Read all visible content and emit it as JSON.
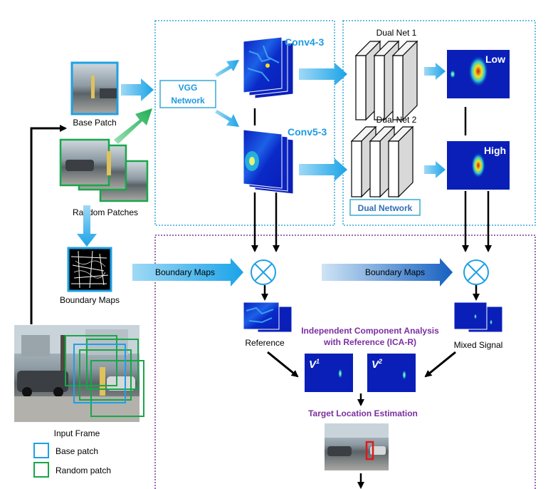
{
  "labels": {
    "base_patch": "Base Patch",
    "random_patches": "Random Patches",
    "boundary_maps_left": "Boundary Maps",
    "boundary_maps_arrow1": "Boundary Maps",
    "boundary_maps_arrow2": "Boundary Maps",
    "vgg_network": "VGG Network",
    "conv4_3": "Conv4-3",
    "conv5_3": "Conv5-3",
    "dual_net_1": "Dual Net 1",
    "dual_net_2": "Dual Net 2",
    "dual_network": "Dual Network",
    "low": "Low",
    "high": "High",
    "reference": "Reference",
    "mixed_signal": "Mixed Signal",
    "ica_r_line1": "Independent Component Analysis",
    "ica_r_line2": "with Reference (ICA-R)",
    "v1": "V",
    "v1_sup": "1",
    "v2": "V",
    "v2_sup": "2",
    "target_location_estimation": "Target Location Estimation",
    "input_frame": "Input Frame",
    "legend_base": "Base patch",
    "legend_random": "Random patch"
  },
  "colors": {
    "blue_patch": "#1ea0e6",
    "green_patch": "#19a64a",
    "heatmap_bg": "#0a1fb8",
    "dotted_blue": "#38a9d6",
    "dotted_purple": "#7a3b8e",
    "ica_purple": "#7a2fa0",
    "conv_label": "#1e9be0",
    "arrow_blue": "#2aaee8"
  }
}
